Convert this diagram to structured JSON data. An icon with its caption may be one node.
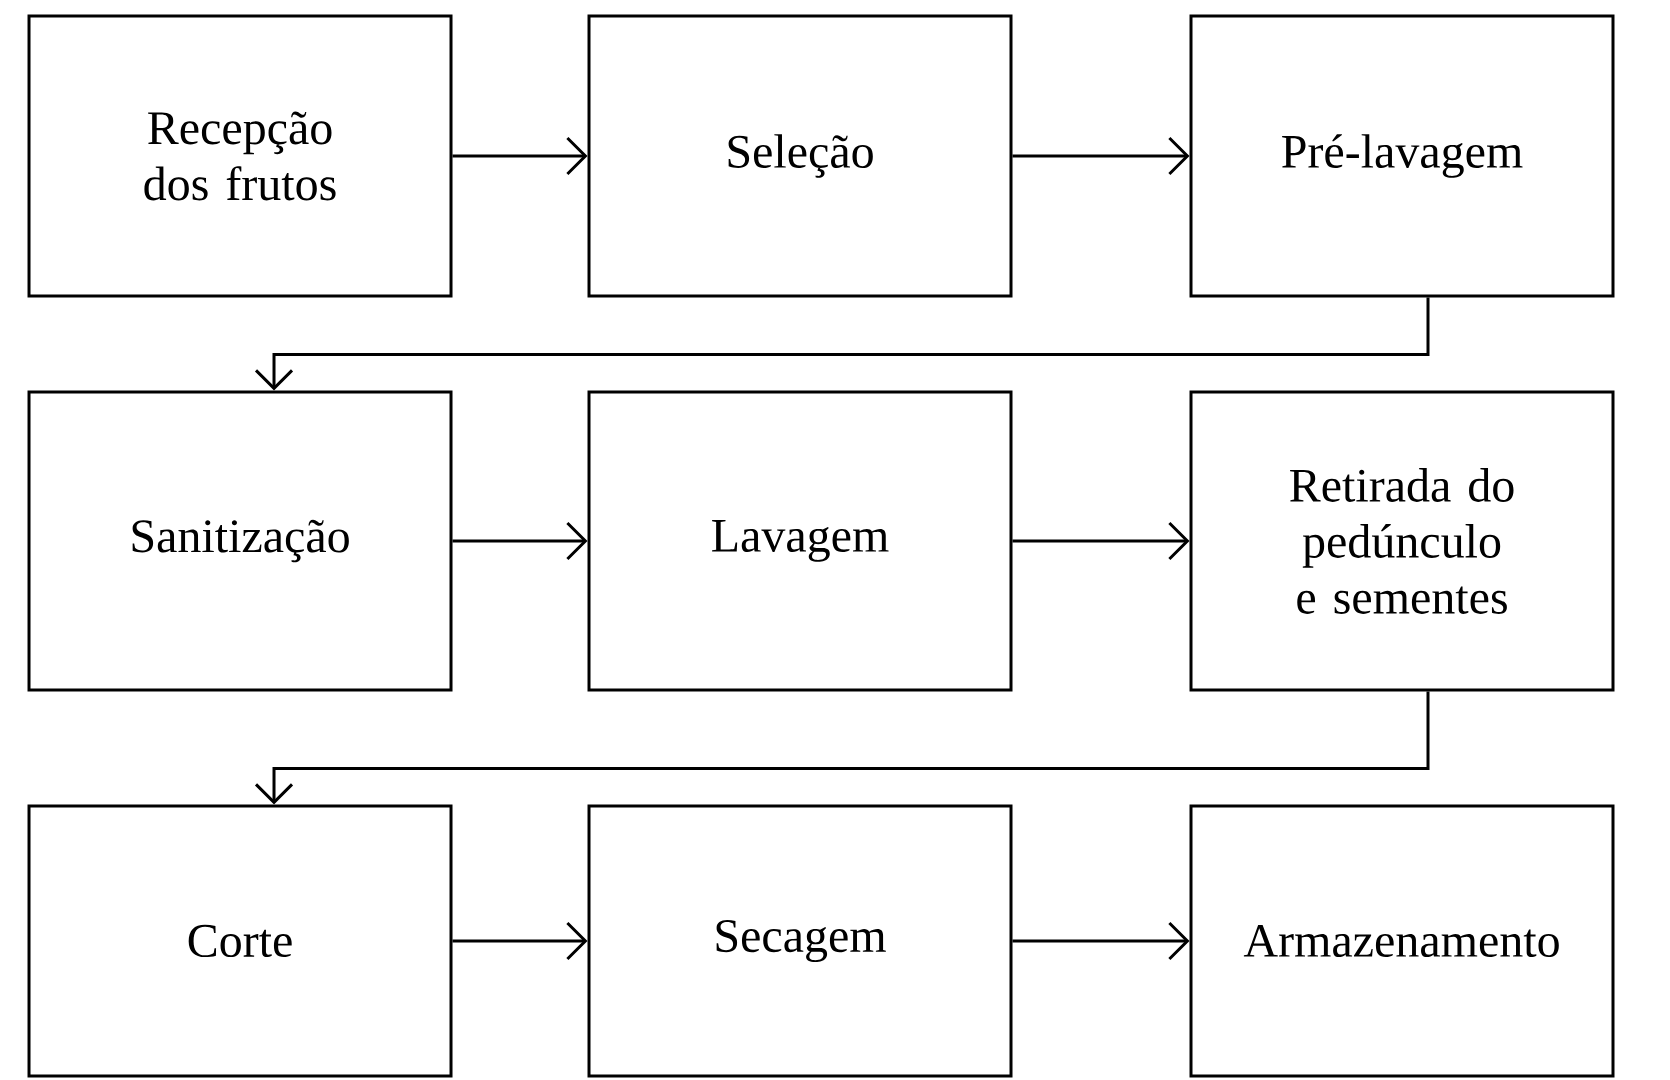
{
  "diagram": {
    "nodes": [
      {
        "text": [
          "Recepção dos frutos"
        ]
      },
      {
        "text": [
          "Seleção"
        ]
      },
      {
        "text": [
          "Pré-lavagem"
        ]
      },
      {
        "text": [
          "Sanitização"
        ]
      },
      {
        "text": [
          "Lavagem"
        ]
      },
      {
        "text": [
          "Retirada do pedúnculo e sementes"
        ]
      },
      {
        "text": [
          "Corte"
        ]
      },
      {
        "text": [
          "Secagem"
        ]
      },
      {
        "text": [
          "Armazenamento"
        ]
      }
    ],
    "edges": [
      {
        "from": 0,
        "to": 1,
        "arrow": "to"
      },
      {
        "from": 1,
        "to": 2,
        "arrow": "to"
      },
      {
        "from": 2,
        "to": 3,
        "arrow": "to"
      },
      {
        "from": 3,
        "to": 4,
        "arrow": "to"
      },
      {
        "from": 4,
        "to": 5,
        "arrow": "to"
      },
      {
        "from": 5,
        "to": 6,
        "arrow": "to"
      },
      {
        "from": 6,
        "to": 7,
        "arrow": "to"
      },
      {
        "from": 7,
        "to": 8,
        "arrow": "to"
      }
    ]
  }
}
